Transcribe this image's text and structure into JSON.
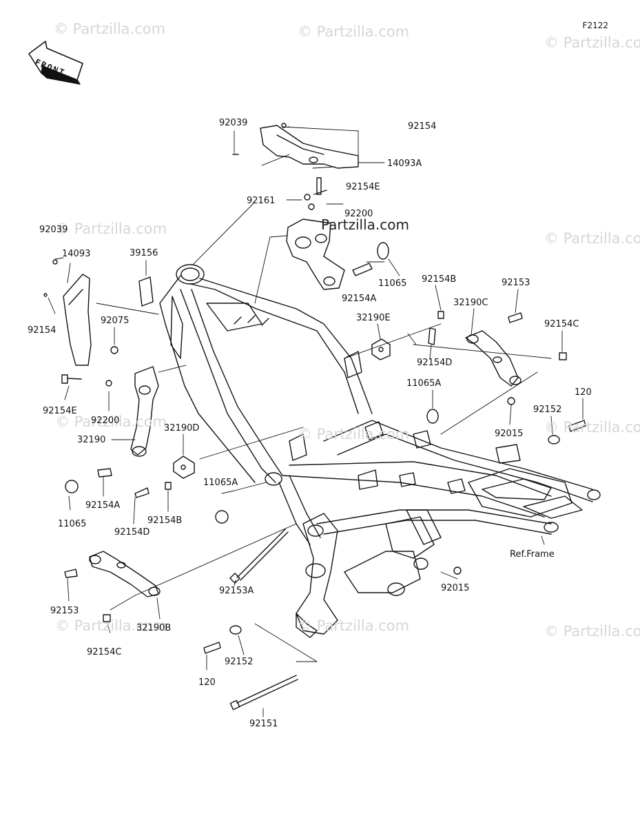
{
  "drawing_id": "F2122",
  "front_label": "FRONT",
  "ref_frame": "Ref.Frame",
  "watermark": "© Partzilla.com",
  "watermark_center": "Partzilla.com",
  "parts": [
    "92039",
    "92154",
    "14093A",
    "92154E",
    "92161",
    "92200",
    "11065",
    "92154A",
    "92039",
    "14093",
    "39156",
    "92154",
    "92075",
    "92154B",
    "32190E",
    "32190C",
    "92153",
    "92154C",
    "92154D",
    "11065A",
    "92154E",
    "92200",
    "32190",
    "92015",
    "92152",
    "120",
    "32190D",
    "11065A",
    "11065",
    "92154A",
    "92154D",
    "92154B",
    "Ref.Frame",
    "92153A",
    "92015",
    "92153",
    "32190B",
    "92154C",
    "92152",
    "120",
    "92151"
  ]
}
